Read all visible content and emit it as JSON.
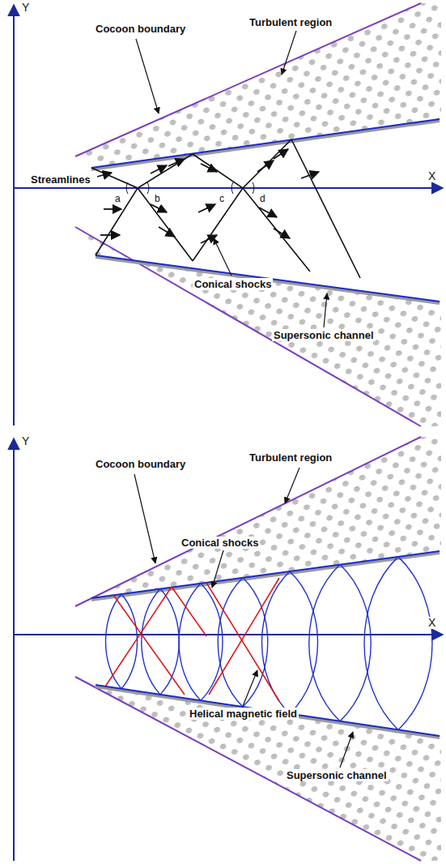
{
  "diagram": {
    "labels": [
      "Y",
      "Cocoon boundary",
      "Turbulent region",
      "Streamlines",
      "a",
      "b",
      "c",
      "d",
      "X",
      "Conical shocks",
      "Supersonic channel",
      "Y",
      "Cocoon boundary",
      "Turbulent region",
      "Conical shocks",
      "X",
      "Helical magnetic field",
      "Supersonic channel"
    ]
  }
}
